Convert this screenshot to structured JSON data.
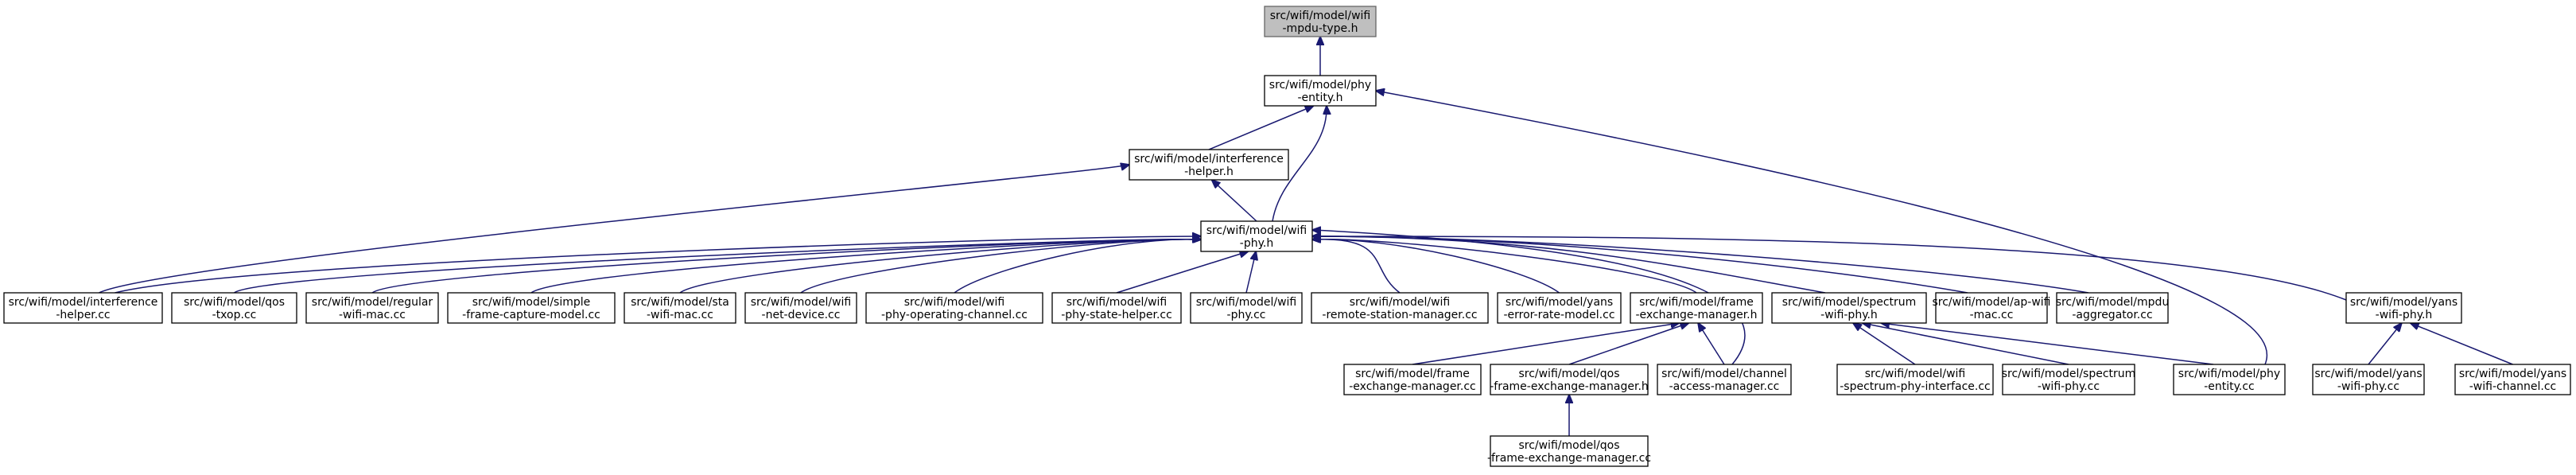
{
  "nodes": {
    "mpdu_type_h": {
      "lines": [
        "src/wifi/model/wifi",
        "-mpdu-type.h"
      ],
      "root": true
    },
    "phy_entity_h": {
      "lines": [
        "src/wifi/model/phy",
        "-entity.h"
      ]
    },
    "interference_helper_h": {
      "lines": [
        "src/wifi/model/interference",
        "-helper.h"
      ]
    },
    "wifi_phy_h": {
      "lines": [
        "src/wifi/model/wifi",
        "-phy.h"
      ]
    },
    "interference_helper_cc": {
      "lines": [
        "src/wifi/model/interference",
        "-helper.cc"
      ]
    },
    "qos_txop_cc": {
      "lines": [
        "src/wifi/model/qos",
        "-txop.cc"
      ]
    },
    "regular_wifi_mac_cc": {
      "lines": [
        "src/wifi/model/regular",
        "-wifi-mac.cc"
      ]
    },
    "simple_frame_capture_model_cc": {
      "lines": [
        "src/wifi/model/simple",
        "-frame-capture-model.cc"
      ]
    },
    "sta_wifi_mac_cc": {
      "lines": [
        "src/wifi/model/sta",
        "-wifi-mac.cc"
      ]
    },
    "wifi_net_device_cc": {
      "lines": [
        "src/wifi/model/wifi",
        "-net-device.cc"
      ]
    },
    "wifi_phy_operating_channel_cc": {
      "lines": [
        "src/wifi/model/wifi",
        "-phy-operating-channel.cc"
      ]
    },
    "wifi_phy_state_helper_cc": {
      "lines": [
        "src/wifi/model/wifi",
        "-phy-state-helper.cc"
      ]
    },
    "wifi_phy_cc": {
      "lines": [
        "src/wifi/model/wifi",
        "-phy.cc"
      ]
    },
    "wifi_remote_station_manager_cc": {
      "lines": [
        "src/wifi/model/wifi",
        "-remote-station-manager.cc"
      ]
    },
    "yans_error_rate_model_cc": {
      "lines": [
        "src/wifi/model/yans",
        "-error-rate-model.cc"
      ]
    },
    "frame_exchange_manager_h": {
      "lines": [
        "src/wifi/model/frame",
        "-exchange-manager.h"
      ]
    },
    "spectrum_wifi_phy_h": {
      "lines": [
        "src/wifi/model/spectrum",
        "-wifi-phy.h"
      ]
    },
    "ap_wifi_mac_cc": {
      "lines": [
        "src/wifi/model/ap-wifi",
        "-mac.cc"
      ]
    },
    "mpdu_aggregator_cc": {
      "lines": [
        "src/wifi/model/mpdu",
        "-aggregator.cc"
      ]
    },
    "yans_wifi_phy_h": {
      "lines": [
        "src/wifi/model/yans",
        "-wifi-phy.h"
      ]
    },
    "frame_exchange_manager_cc": {
      "lines": [
        "src/wifi/model/frame",
        "-exchange-manager.cc"
      ]
    },
    "qos_frame_exchange_manager_h": {
      "lines": [
        "src/wifi/model/qos",
        "-frame-exchange-manager.h"
      ]
    },
    "channel_access_manager_cc": {
      "lines": [
        "src/wifi/model/channel",
        "-access-manager.cc"
      ]
    },
    "wifi_spectrum_phy_interface_cc": {
      "lines": [
        "src/wifi/model/wifi",
        "-spectrum-phy-interface.cc"
      ]
    },
    "spectrum_wifi_phy_cc": {
      "lines": [
        "src/wifi/model/spectrum",
        "-wifi-phy.cc"
      ]
    },
    "phy_entity_cc": {
      "lines": [
        "src/wifi/model/phy",
        "-entity.cc"
      ]
    },
    "yans_wifi_phy_cc": {
      "lines": [
        "src/wifi/model/yans",
        "-wifi-phy.cc"
      ]
    },
    "yans_wifi_channel_cc": {
      "lines": [
        "src/wifi/model/yans",
        "-wifi-channel.cc"
      ]
    },
    "qos_frame_exchange_manager_cc": {
      "lines": [
        "src/wifi/model/qos",
        "-frame-exchange-manager.cc"
      ]
    }
  },
  "edges": [
    {
      "from": "phy_entity_h",
      "to": "mpdu_type_h"
    },
    {
      "from": "interference_helper_h",
      "to": "phy_entity_h"
    },
    {
      "from": "wifi_phy_h",
      "to": "phy_entity_h"
    },
    {
      "from": "phy_entity_cc",
      "to": "phy_entity_h"
    },
    {
      "from": "wifi_phy_h",
      "to": "interference_helper_h"
    },
    {
      "from": "interference_helper_cc",
      "to": "interference_helper_h"
    },
    {
      "from": "interference_helper_cc",
      "to": "wifi_phy_h"
    },
    {
      "from": "qos_txop_cc",
      "to": "wifi_phy_h"
    },
    {
      "from": "regular_wifi_mac_cc",
      "to": "wifi_phy_h"
    },
    {
      "from": "simple_frame_capture_model_cc",
      "to": "wifi_phy_h"
    },
    {
      "from": "sta_wifi_mac_cc",
      "to": "wifi_phy_h"
    },
    {
      "from": "wifi_net_device_cc",
      "to": "wifi_phy_h"
    },
    {
      "from": "wifi_phy_operating_channel_cc",
      "to": "wifi_phy_h"
    },
    {
      "from": "wifi_phy_state_helper_cc",
      "to": "wifi_phy_h"
    },
    {
      "from": "wifi_phy_cc",
      "to": "wifi_phy_h"
    },
    {
      "from": "wifi_remote_station_manager_cc",
      "to": "wifi_phy_h"
    },
    {
      "from": "yans_error_rate_model_cc",
      "to": "wifi_phy_h"
    },
    {
      "from": "frame_exchange_manager_h",
      "to": "wifi_phy_h"
    },
    {
      "from": "channel_access_manager_cc",
      "to": "wifi_phy_h"
    },
    {
      "from": "spectrum_wifi_phy_h",
      "to": "wifi_phy_h"
    },
    {
      "from": "ap_wifi_mac_cc",
      "to": "wifi_phy_h"
    },
    {
      "from": "mpdu_aggregator_cc",
      "to": "wifi_phy_h"
    },
    {
      "from": "yans_wifi_phy_h",
      "to": "wifi_phy_h"
    },
    {
      "from": "frame_exchange_manager_cc",
      "to": "frame_exchange_manager_h"
    },
    {
      "from": "qos_frame_exchange_manager_h",
      "to": "frame_exchange_manager_h"
    },
    {
      "from": "channel_access_manager_cc",
      "to": "frame_exchange_manager_h"
    },
    {
      "from": "qos_frame_exchange_manager_cc",
      "to": "qos_frame_exchange_manager_h"
    },
    {
      "from": "wifi_spectrum_phy_interface_cc",
      "to": "spectrum_wifi_phy_h"
    },
    {
      "from": "spectrum_wifi_phy_cc",
      "to": "spectrum_wifi_phy_h"
    },
    {
      "from": "phy_entity_cc",
      "to": "spectrum_wifi_phy_h"
    },
    {
      "from": "yans_wifi_phy_cc",
      "to": "yans_wifi_phy_h"
    },
    {
      "from": "yans_wifi_channel_cc",
      "to": "yans_wifi_phy_h"
    }
  ],
  "colors": {
    "edge": "#191970",
    "root_fill": "#bfbfbf",
    "node_fill": "#ffffff",
    "border": "#000000"
  }
}
